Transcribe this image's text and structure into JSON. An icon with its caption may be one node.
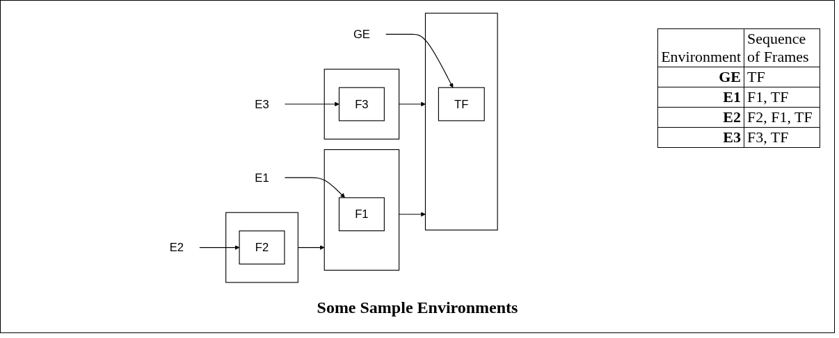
{
  "diagram": {
    "caption": "Some Sample Environments",
    "nodes": [
      {
        "text": [
          "GE"
        ]
      },
      {
        "text": [],
        "shape": "box"
      },
      {
        "text": [
          "TF"
        ],
        "in": 1
      },
      {
        "text": [
          "E3"
        ]
      },
      {
        "text": [],
        "shape": "box"
      },
      {
        "text": [
          "F3"
        ],
        "in": 4
      },
      {
        "text": [
          "E1"
        ]
      },
      {
        "text": [],
        "shape": "box"
      },
      {
        "text": [
          "F1"
        ],
        "in": 7
      },
      {
        "text": [
          "E2"
        ]
      },
      {
        "text": [],
        "shape": "box"
      },
      {
        "text": [
          "F2"
        ],
        "in": 10
      }
    ],
    "edges": [
      {
        "from": 0,
        "to": 2,
        "arrow": "to"
      },
      {
        "from": 3,
        "to": 5,
        "arrow": "to"
      },
      {
        "from": 4,
        "to": 1,
        "arrow": "to"
      },
      {
        "from": 7,
        "to": 1,
        "arrow": "to"
      },
      {
        "from": 6,
        "to": 8,
        "arrow": "to"
      },
      {
        "from": 9,
        "to": 11,
        "arrow": "to"
      },
      {
        "from": 10,
        "to": 7,
        "arrow": "to"
      }
    ],
    "labels": [
      "Environment",
      "Sequence of Frames",
      "GE",
      "TF",
      "E1",
      "F1, TF",
      "E2",
      "F2, F1, TF",
      "E3",
      "F3, TF"
    ]
  }
}
